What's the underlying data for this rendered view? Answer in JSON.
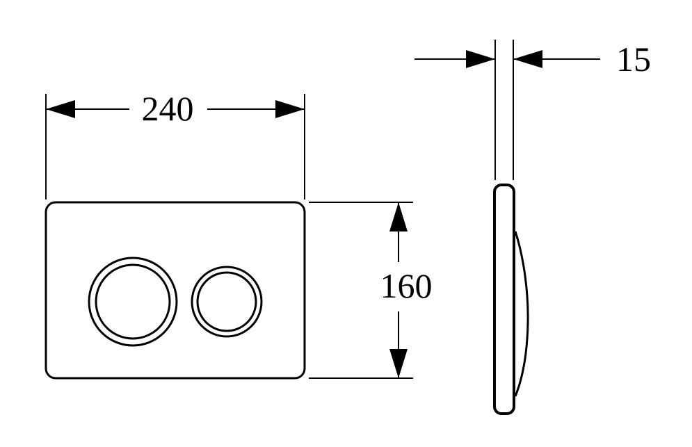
{
  "drawing": {
    "dimensions": {
      "width_label": "240",
      "height_label": "160",
      "depth_label": "15"
    },
    "colors": {
      "line": "#000000",
      "background": "#ffffff"
    }
  }
}
